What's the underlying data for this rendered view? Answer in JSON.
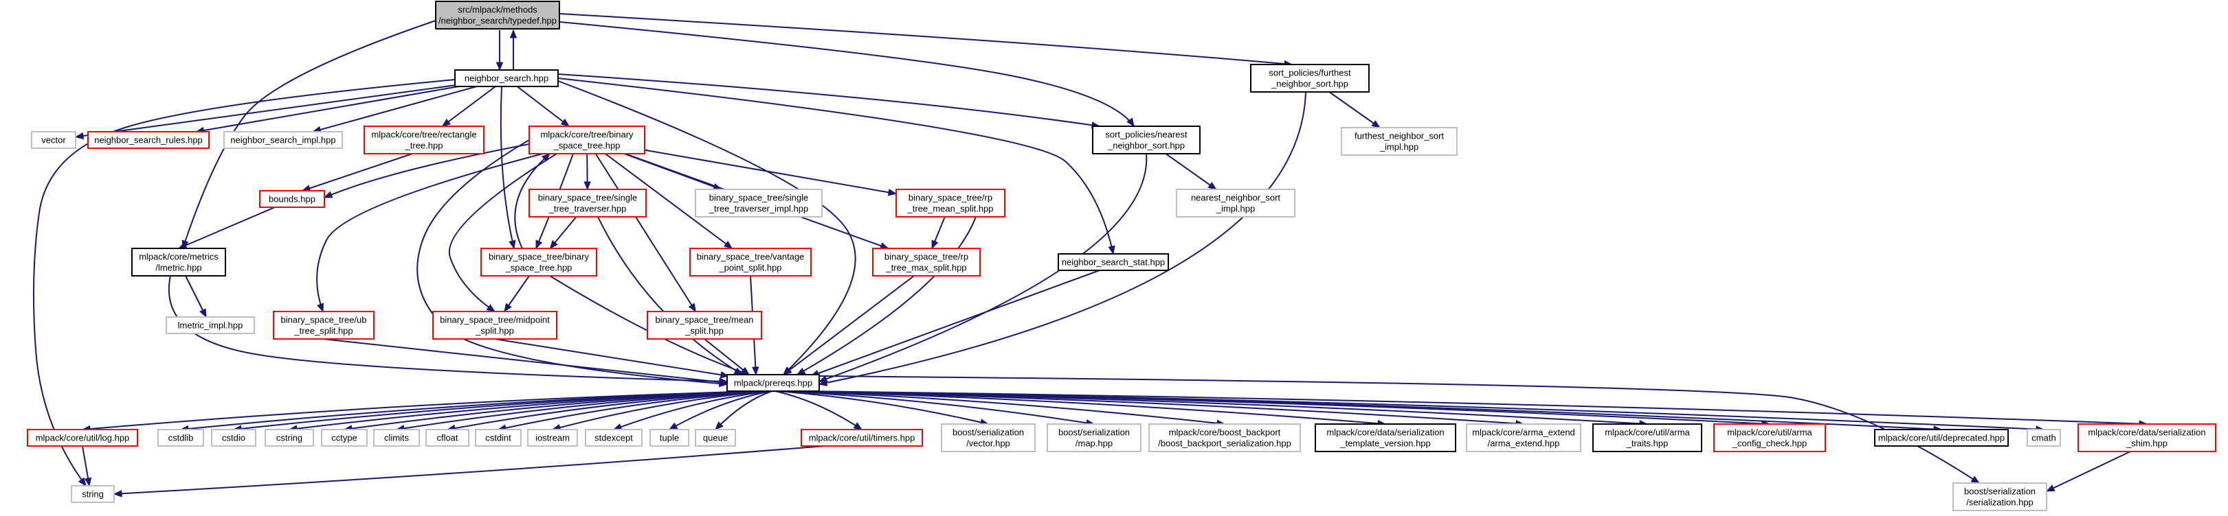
{
  "colors": {
    "edge": "#191970",
    "node_root_fill": "#bfbfbf",
    "node_documented_border": "#000000",
    "node_incomplete_border": "#ff0000",
    "node_external_border": "#bfbfbf",
    "node_fill": "#ffffff"
  },
  "nodes": [
    {
      "id": "typedef",
      "label": [
        "src/mlpack/methods",
        "/neighbor_search/typedef.hpp"
      ],
      "kind": "root"
    },
    {
      "id": "ns",
      "label": [
        "neighbor_search.hpp"
      ],
      "kind": "documented"
    },
    {
      "id": "furthest",
      "label": [
        "sort_policies/furthest",
        "_neighbor_sort.hpp"
      ],
      "kind": "documented"
    },
    {
      "id": "furthest_impl",
      "label": [
        "furthest_neighbor_sort",
        "_impl.hpp"
      ],
      "kind": "external"
    },
    {
      "id": "vector",
      "label": [
        "vector"
      ],
      "kind": "external"
    },
    {
      "id": "rules",
      "label": [
        "neighbor_search_rules.hpp"
      ],
      "kind": "incomplete"
    },
    {
      "id": "ns_impl",
      "label": [
        "neighbor_search_impl.hpp"
      ],
      "kind": "external"
    },
    {
      "id": "rect",
      "label": [
        "mlpack/core/tree/rectangle",
        "_tree.hpp"
      ],
      "kind": "incomplete"
    },
    {
      "id": "bst",
      "label": [
        "mlpack/core/tree/binary",
        "_space_tree.hpp"
      ],
      "kind": "incomplete"
    },
    {
      "id": "nearest",
      "label": [
        "sort_policies/nearest",
        "_neighbor_sort.hpp"
      ],
      "kind": "documented"
    },
    {
      "id": "nearest_impl",
      "label": [
        "nearest_neighbor_sort",
        "_impl.hpp"
      ],
      "kind": "external"
    },
    {
      "id": "bounds",
      "label": [
        "bounds.hpp"
      ],
      "kind": "incomplete"
    },
    {
      "id": "stt",
      "label": [
        "binary_space_tree/single",
        "_tree_traverser.hpp"
      ],
      "kind": "incomplete"
    },
    {
      "id": "stt_impl",
      "label": [
        "binary_space_tree/single",
        "_tree_traverser_impl.hpp"
      ],
      "kind": "external"
    },
    {
      "id": "rp_mean",
      "label": [
        "binary_space_tree/rp",
        "_tree_mean_split.hpp"
      ],
      "kind": "incomplete"
    },
    {
      "id": "lmetric",
      "label": [
        "mlpack/core/metrics",
        "/lmetric.hpp"
      ],
      "kind": "documented"
    },
    {
      "id": "bst2",
      "label": [
        "binary_space_tree/binary",
        "_space_tree.hpp"
      ],
      "kind": "incomplete"
    },
    {
      "id": "vantage",
      "label": [
        "binary_space_tree/vantage",
        "_point_split.hpp"
      ],
      "kind": "incomplete"
    },
    {
      "id": "rp_max",
      "label": [
        "binary_space_tree/rp",
        "_tree_max_split.hpp"
      ],
      "kind": "incomplete"
    },
    {
      "id": "ns_stat",
      "label": [
        "neighbor_search_stat.hpp"
      ],
      "kind": "documented"
    },
    {
      "id": "ub",
      "label": [
        "binary_space_tree/ub",
        "_tree_split.hpp"
      ],
      "kind": "incomplete"
    },
    {
      "id": "lmetric_impl",
      "label": [
        "lmetric_impl.hpp"
      ],
      "kind": "external"
    },
    {
      "id": "midpoint",
      "label": [
        "binary_space_tree/midpoint",
        "_split.hpp"
      ],
      "kind": "incomplete"
    },
    {
      "id": "mean",
      "label": [
        "binary_space_tree/mean",
        "_split.hpp"
      ],
      "kind": "incomplete"
    },
    {
      "id": "prereqs",
      "label": [
        "mlpack/prereqs.hpp"
      ],
      "kind": "documented"
    },
    {
      "id": "log",
      "label": [
        "mlpack/core/util/log.hpp"
      ],
      "kind": "incomplete"
    },
    {
      "id": "cstdlib",
      "label": [
        "cstdlib"
      ],
      "kind": "external"
    },
    {
      "id": "cstdio",
      "label": [
        "cstdio"
      ],
      "kind": "external"
    },
    {
      "id": "cstring",
      "label": [
        "cstring"
      ],
      "kind": "external"
    },
    {
      "id": "cctype",
      "label": [
        "cctype"
      ],
      "kind": "external"
    },
    {
      "id": "climits",
      "label": [
        "climits"
      ],
      "kind": "external"
    },
    {
      "id": "cfloat",
      "label": [
        "cfloat"
      ],
      "kind": "external"
    },
    {
      "id": "cstdint",
      "label": [
        "cstdint"
      ],
      "kind": "external"
    },
    {
      "id": "iostream",
      "label": [
        "iostream"
      ],
      "kind": "external"
    },
    {
      "id": "stdexcept",
      "label": [
        "stdexcept"
      ],
      "kind": "external"
    },
    {
      "id": "tuple",
      "label": [
        "tuple"
      ],
      "kind": "external"
    },
    {
      "id": "queue",
      "label": [
        "queue"
      ],
      "kind": "external"
    },
    {
      "id": "timers",
      "label": [
        "mlpack/core/util/timers.hpp"
      ],
      "kind": "incomplete"
    },
    {
      "id": "ser_vector",
      "label": [
        "boost/serialization",
        "/vector.hpp"
      ],
      "kind": "external"
    },
    {
      "id": "ser_map",
      "label": [
        "boost/serialization",
        "/map.hpp"
      ],
      "kind": "external"
    },
    {
      "id": "backport",
      "label": [
        "mlpack/core/boost_backport",
        "/boost_backport_serialization.hpp"
      ],
      "kind": "external"
    },
    {
      "id": "ser_tmpl",
      "label": [
        "mlpack/core/data/serialization",
        "_template_version.hpp"
      ],
      "kind": "documented"
    },
    {
      "id": "arma_extend",
      "label": [
        "mlpack/core/arma_extend",
        "/arma_extend.hpp"
      ],
      "kind": "external"
    },
    {
      "id": "arma_traits",
      "label": [
        "mlpack/core/util/arma",
        "_traits.hpp"
      ],
      "kind": "documented"
    },
    {
      "id": "arma_config",
      "label": [
        "mlpack/core/util/arma",
        "_config_check.hpp"
      ],
      "kind": "incomplete"
    },
    {
      "id": "deprecated",
      "label": [
        "mlpack/core/util/deprecated.hpp"
      ],
      "kind": "documented"
    },
    {
      "id": "cmath",
      "label": [
        "cmath"
      ],
      "kind": "external"
    },
    {
      "id": "ser_shim",
      "label": [
        "mlpack/core/data/serialization",
        "_shim.hpp"
      ],
      "kind": "incomplete"
    },
    {
      "id": "string",
      "label": [
        "string"
      ],
      "kind": "external"
    },
    {
      "id": "boost_ser",
      "label": [
        "boost/serialization",
        "/serialization.hpp"
      ],
      "kind": "external"
    }
  ],
  "edges": [
    [
      "typedef",
      "ns"
    ],
    [
      "typedef",
      "furthest"
    ],
    [
      "typedef",
      "lmetric"
    ],
    [
      "typedef",
      "nearest"
    ],
    [
      "ns",
      "typedef"
    ],
    [
      "ns",
      "vector"
    ],
    [
      "ns",
      "rules"
    ],
    [
      "ns",
      "ns_impl"
    ],
    [
      "ns",
      "rect"
    ],
    [
      "ns",
      "bst"
    ],
    [
      "ns",
      "nearest"
    ],
    [
      "ns",
      "bst2"
    ],
    [
      "ns",
      "ns_stat"
    ],
    [
      "ns",
      "prereqs"
    ],
    [
      "ns",
      "string"
    ],
    [
      "furthest",
      "furthest_impl"
    ],
    [
      "furthest",
      "prereqs"
    ],
    [
      "rect",
      "bounds"
    ],
    [
      "bst",
      "bounds"
    ],
    [
      "bst",
      "stt"
    ],
    [
      "bst",
      "stt_impl"
    ],
    [
      "bst",
      "rp_mean"
    ],
    [
      "bst",
      "bst2"
    ],
    [
      "bst",
      "vantage"
    ],
    [
      "bst",
      "rp_max"
    ],
    [
      "bst",
      "ub"
    ],
    [
      "bst",
      "midpoint"
    ],
    [
      "bst",
      "mean"
    ],
    [
      "bst",
      "prereqs"
    ],
    [
      "nearest",
      "nearest_impl"
    ],
    [
      "nearest",
      "prereqs"
    ],
    [
      "bounds",
      "lmetric"
    ],
    [
      "stt",
      "bst2"
    ],
    [
      "stt",
      "prereqs"
    ],
    [
      "rp_mean",
      "rp_max"
    ],
    [
      "rp_mean",
      "prereqs"
    ],
    [
      "lmetric",
      "lmetric_impl"
    ],
    [
      "lmetric",
      "prereqs"
    ],
    [
      "bst2",
      "bst"
    ],
    [
      "bst2",
      "midpoint"
    ],
    [
      "bst2",
      "prereqs"
    ],
    [
      "vantage",
      "prereqs"
    ],
    [
      "rp_max",
      "prereqs"
    ],
    [
      "ns_stat",
      "prereqs"
    ],
    [
      "ub",
      "prereqs"
    ],
    [
      "midpoint",
      "prereqs"
    ],
    [
      "mean",
      "prereqs"
    ],
    [
      "prereqs",
      "log"
    ],
    [
      "prereqs",
      "cstdlib"
    ],
    [
      "prereqs",
      "cstdio"
    ],
    [
      "prereqs",
      "cstring"
    ],
    [
      "prereqs",
      "cctype"
    ],
    [
      "prereqs",
      "climits"
    ],
    [
      "prereqs",
      "cfloat"
    ],
    [
      "prereqs",
      "cstdint"
    ],
    [
      "prereqs",
      "iostream"
    ],
    [
      "prereqs",
      "stdexcept"
    ],
    [
      "prereqs",
      "tuple"
    ],
    [
      "prereqs",
      "queue"
    ],
    [
      "prereqs",
      "timers"
    ],
    [
      "prereqs",
      "ser_vector"
    ],
    [
      "prereqs",
      "ser_map"
    ],
    [
      "prereqs",
      "backport"
    ],
    [
      "prereqs",
      "ser_tmpl"
    ],
    [
      "prereqs",
      "arma_extend"
    ],
    [
      "prereqs",
      "arma_traits"
    ],
    [
      "prereqs",
      "arma_config"
    ],
    [
      "prereqs",
      "deprecated"
    ],
    [
      "prereqs",
      "cmath"
    ],
    [
      "prereqs",
      "ser_shim"
    ],
    [
      "prereqs",
      "boost_ser"
    ],
    [
      "log",
      "string"
    ],
    [
      "timers",
      "string"
    ],
    [
      "ser_shim",
      "boost_ser"
    ]
  ]
}
